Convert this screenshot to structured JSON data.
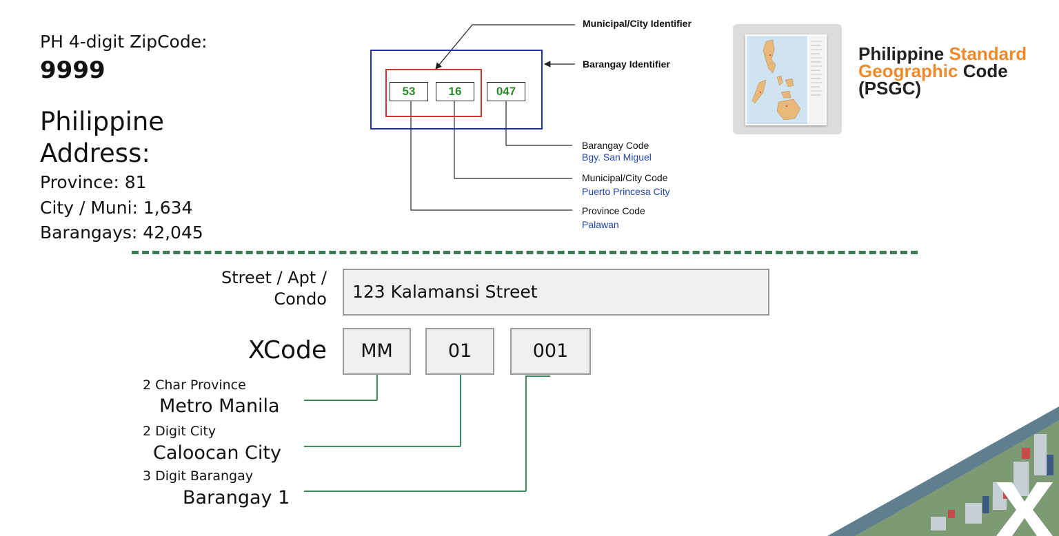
{
  "zipcode": {
    "label": "PH 4-digit ZipCode:",
    "value": "9999"
  },
  "address": {
    "title": "Philippine Address:",
    "stats": [
      "Province: 81",
      "City / Muni: 1,634",
      "Barangays: 42,045"
    ]
  },
  "psgc_diagram": {
    "codes": [
      "53",
      "16",
      "047"
    ],
    "municipal_identifier": "Municipal/City Identifier",
    "barangay_identifier": "Barangay Identifier",
    "barangay_code_label": "Barangay Code",
    "barangay_code_example": "Bgy. San Miguel",
    "municipal_code_label": "Municipal/City Code",
    "municipal_code_example": "Puerto Princesa City",
    "province_code_label": "Province Code",
    "province_code_example": "Palawan"
  },
  "psgc_logo": {
    "line1_a": "Philippine ",
    "line1_b": "Standard",
    "line2_a": "Geographic",
    "line2_b": " Code",
    "line3": "(PSGC)",
    "colors": {
      "accent": "#ef8a2c",
      "dark": "#222222"
    }
  },
  "street": {
    "label": "Street / Apt / Condo",
    "value": "123 Kalamansi Street"
  },
  "xcode": {
    "label": "XCode",
    "parts": [
      "MM",
      "01",
      "001"
    ],
    "province_small": "2 Char Province",
    "province_big": "Metro Manila",
    "city_small": "2 Digit City",
    "city_big": "Caloocan City",
    "barangay_small": "3 Digit Barangay",
    "barangay_big": "Barangay 1"
  },
  "colors": {
    "divider": "#3d7a4f",
    "connector": "#3d8a5a",
    "code_green": "#2e8a2a",
    "outer_blue": "#2233a8",
    "inner_red": "#d33232"
  },
  "decor": {
    "icon": "xcode-city-logo-icon"
  }
}
